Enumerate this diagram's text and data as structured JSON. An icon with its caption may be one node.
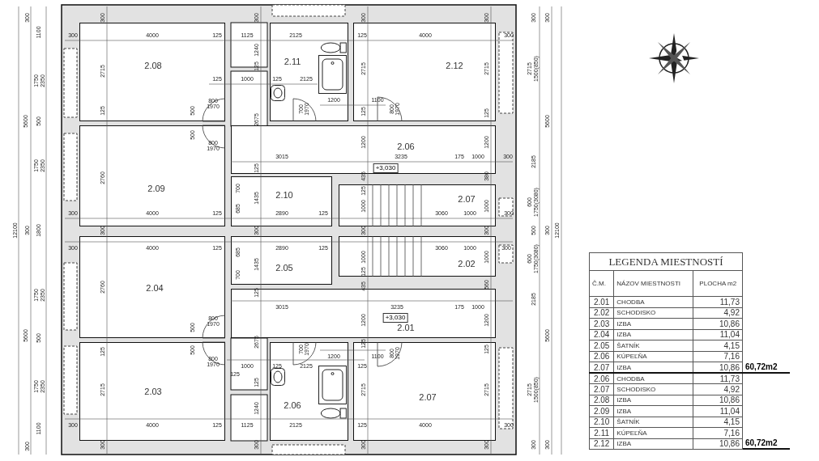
{
  "diagram": {
    "nodes": [
      {
        "text": [
          "2.08"
        ]
      },
      {
        "text": [
          "2.11"
        ]
      },
      {
        "text": [
          "2.12"
        ]
      },
      {
        "text": [
          "2.06"
        ]
      },
      {
        "text": [
          "+3,030"
        ],
        "in": 3
      },
      {
        "text": [
          "2.09"
        ]
      },
      {
        "text": [
          "2.10"
        ]
      },
      {
        "text": [
          "2.07"
        ]
      },
      {
        "text": [
          "2.04"
        ]
      },
      {
        "text": [
          "2.05"
        ]
      },
      {
        "text": [
          "2.02"
        ]
      },
      {
        "text": [
          "2.01"
        ]
      },
      {
        "text": [
          "+3,030"
        ],
        "in": 11
      },
      {
        "text": [
          "2.03"
        ]
      },
      {
        "text": [
          "2.06"
        ]
      },
      {
        "text": [
          "2.07"
        ]
      }
    ],
    "edges": [],
    "labels": [
      "12100",
      "300",
      "1100",
      "1750",
      "2350",
      "5600",
      "500",
      "1750",
      "2350",
      "300",
      "1800",
      "1750",
      "2350",
      "5600",
      "500",
      "1750",
      "2350",
      "1100",
      "300",
      "300",
      "300",
      "300",
      "300",
      "300",
      "4000",
      "125",
      "1125",
      "2125",
      "125",
      "4000",
      "300",
      "1240",
      "125",
      "2715",
      "2715",
      "2715",
      "125",
      "1000",
      "125",
      "2125",
      "800",
      "1970",
      "1200",
      "1100",
      "125",
      "500",
      "2675",
      "700",
      "1970",
      "125",
      "800",
      "1970",
      "125",
      "500",
      "800",
      "1970",
      "1200",
      "1200",
      "3015",
      "3235",
      "175",
      "1000",
      "300",
      "125",
      "435",
      "380",
      "2760",
      "700",
      "1435",
      "685",
      "125",
      "1000",
      "1000",
      "300",
      "4000",
      "125",
      "2890",
      "125",
      "3060",
      "1000",
      "300",
      "300",
      "300",
      "300",
      "300",
      "300",
      "4000",
      "125",
      "685",
      "2890",
      "125",
      "3060",
      "1000",
      "300",
      "1000",
      "1000",
      "1435",
      "700",
      "125",
      "2760",
      "125",
      "435",
      "560",
      "3015",
      "3235",
      "175",
      "1000",
      "1200",
      "1200",
      "800",
      "1970",
      "500",
      "125",
      "500",
      "2675",
      "800",
      "1970",
      "700",
      "1970",
      "125",
      "800",
      "1970",
      "125",
      "1200",
      "1100",
      "125",
      "1000",
      "125",
      "2125",
      "125",
      "125",
      "2715",
      "2715",
      "2715",
      "1240",
      "300",
      "4000",
      "125",
      "1125",
      "2125",
      "125",
      "4000",
      "300",
      "300",
      "300",
      "300",
      "300",
      "300",
      "300",
      "2715",
      "1500(850)",
      "5600",
      "2185",
      "600",
      "1750(3080)",
      "500",
      "300",
      "12100",
      "600",
      "1750(3080)",
      "2185",
      "5600",
      "2715",
      "1500(850)",
      "300",
      "300",
      "LEGENDA MIESTNOSTÍ",
      "Č.M.",
      "NÁZOV MIESTNOSTI",
      "PLOCHA m2",
      "2.01",
      "CHODBA",
      "11,73",
      "2.02",
      "SCHODISKO",
      "4,92",
      "2.03",
      "IZBA",
      "10,86",
      "2.04",
      "IZBA",
      "11,04",
      "2.05",
      "ŠATNÍK",
      "4,15",
      "2.06",
      "KÚPEĽŇA",
      "7,16",
      "2.07",
      "IZBA",
      "10,86",
      "60,72m2",
      "2.06",
      "CHODBA",
      "11,73",
      "2.07",
      "SCHODISKO",
      "4,92",
      "2.08",
      "IZBA",
      "10,86",
      "2.09",
      "IZBA",
      "11,04",
      "2.10",
      "ŠATNÍK",
      "4,15",
      "2.11",
      "KÚPEĽŇA",
      "7,16",
      "2.12",
      "IZBA",
      "10,86",
      "60,72m2"
    ]
  }
}
